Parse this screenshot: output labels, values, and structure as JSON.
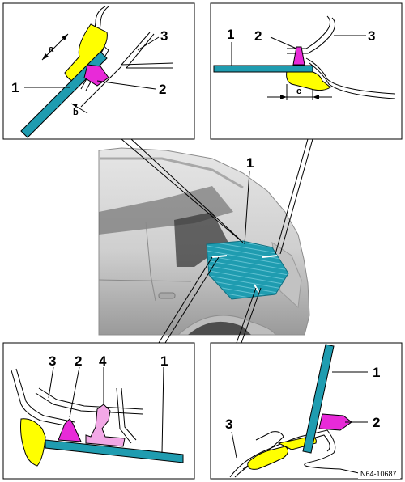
{
  "colors": {
    "glass": "#1f9cb0",
    "adhesive": "#ffff00",
    "clip": "#e82ad8",
    "holder": "#f2a8e6",
    "car_body": "#d4d4d4",
    "outline": "#000000"
  },
  "panels": {
    "top_left": {
      "labels": {
        "glass": "1",
        "clip": "2",
        "body_flange": "3",
        "dim_a": "a",
        "dim_b": "b"
      }
    },
    "top_right": {
      "labels": {
        "glass": "1",
        "clip": "2",
        "body_flange": "3",
        "dim_c": "c"
      }
    },
    "bottom_left": {
      "labels": {
        "glass": "1",
        "clip": "2",
        "body_flange": "3",
        "holder": "4"
      }
    },
    "bottom_right": {
      "labels": {
        "glass": "1",
        "clip": "2",
        "body_flange": "3"
      }
    }
  },
  "center": {
    "labels": {
      "glass": "1"
    }
  },
  "figure_code": "N64-10687"
}
